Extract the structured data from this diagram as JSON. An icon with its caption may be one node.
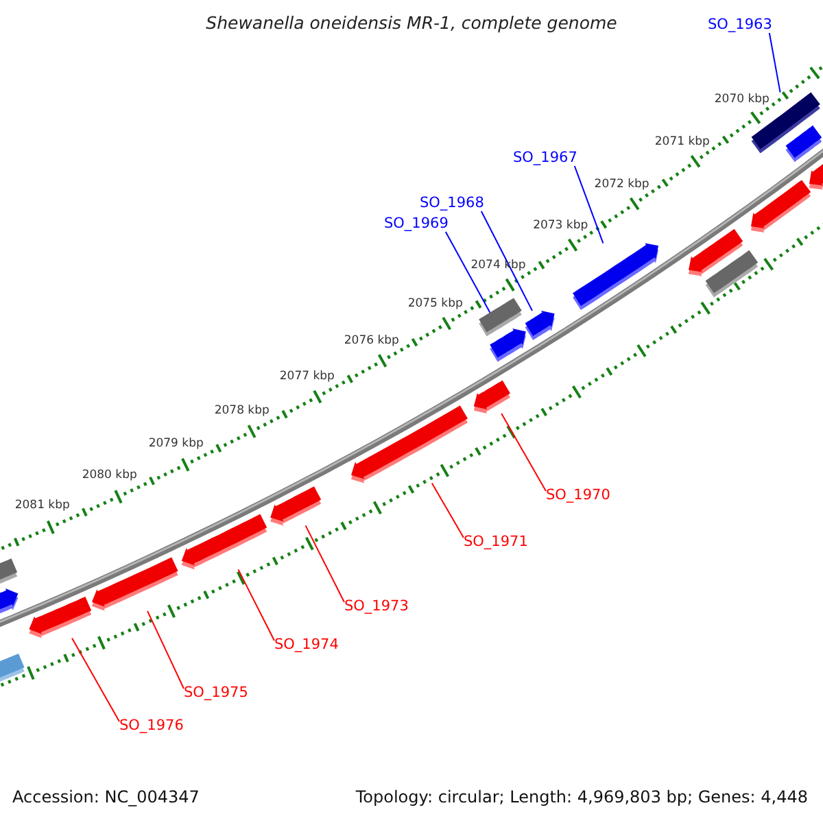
{
  "diagram": {
    "title": "Shewanella oneidensis MR-1, complete genome",
    "nodes": [
      {
        "text": [
          "SO_1963"
        ]
      },
      {
        "text": [
          "SO_1967"
        ]
      },
      {
        "text": [
          "SO_1968"
        ]
      },
      {
        "text": [
          "SO_1969"
        ]
      },
      {
        "text": [
          "SO_1970"
        ]
      },
      {
        "text": [
          "SO_1971"
        ]
      },
      {
        "text": [
          "SO_1973"
        ]
      },
      {
        "text": [
          "SO_1974"
        ]
      },
      {
        "text": [
          "SO_1975"
        ]
      },
      {
        "text": [
          "SO_1976"
        ]
      },
      {
        "text": [],
        "shape": "bar"
      },
      {
        "text": [],
        "shape": "bar"
      },
      {
        "text": [],
        "shape": "bar"
      },
      {
        "text": [],
        "shape": "bar"
      },
      {
        "text": [],
        "shape": "bar"
      },
      {
        "text": [],
        "shape": "bar"
      },
      {
        "text": [],
        "shape": "bar"
      },
      {
        "text": [],
        "shape": "bar"
      },
      {
        "text": [],
        "shape": "bar"
      },
      {
        "text": [],
        "shape": "bar"
      },
      {
        "text": [],
        "shape": "bar"
      },
      {
        "text": [],
        "shape": "bar"
      },
      {
        "text": [],
        "shape": "bar"
      },
      {
        "text": [],
        "shape": "bar"
      },
      {
        "text": [],
        "shape": "bar"
      },
      {
        "text": [],
        "shape": "bar"
      },
      {
        "text": [],
        "shape": "bar"
      },
      {
        "text": [],
        "shape": "bar"
      },
      {
        "text": [],
        "shape": "bar"
      }
    ],
    "edges": [
      {
        "from": 0,
        "to": 26,
        "arrow": "none",
        "color": "#0000ff"
      },
      {
        "from": 1,
        "to": 22,
        "arrow": "none",
        "color": "#0000ff"
      },
      {
        "from": 2,
        "to": 21,
        "arrow": "none",
        "color": "#0000ff"
      },
      {
        "from": 3,
        "to": 20,
        "arrow": "none",
        "color": "#0000ff"
      },
      {
        "from": 4,
        "to": 18,
        "arrow": "none"
      },
      {
        "from": 5,
        "to": 17,
        "arrow": "none"
      },
      {
        "from": 6,
        "to": 16,
        "arrow": "none"
      },
      {
        "from": 7,
        "to": 15,
        "arrow": "none"
      },
      {
        "from": 8,
        "to": 14,
        "arrow": "none"
      },
      {
        "from": 9,
        "to": 13,
        "arrow": "none"
      }
    ],
    "labels": [
      "2070 kbp",
      "2071 kbp",
      "2072 kbp",
      "2073 kbp",
      "2074 kbp",
      "2075 kbp",
      "2076 kbp",
      "2077 kbp",
      "2078 kbp",
      "2079 kbp",
      "2080 kbp",
      "2081 kbp",
      "Accession: NC_004347",
      "Topology: circular; Length: 4,969,803 bp; Genes: 4,448"
    ]
  }
}
